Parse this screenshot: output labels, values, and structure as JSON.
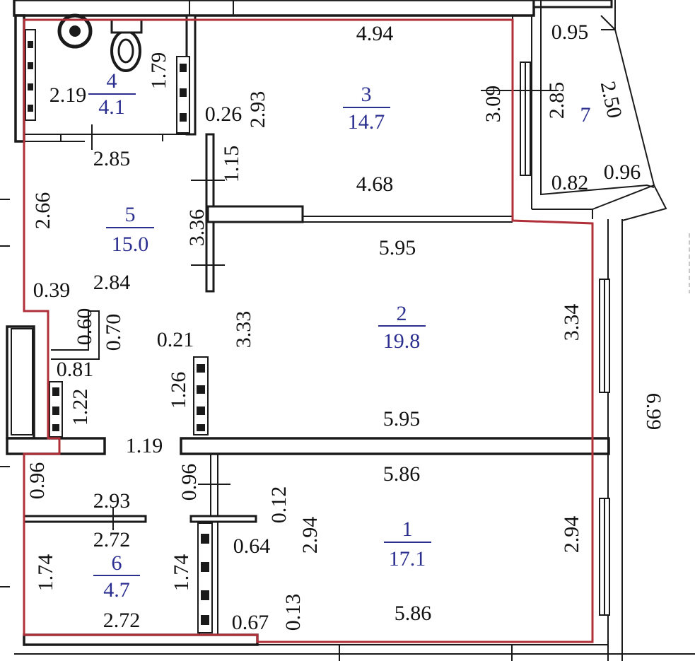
{
  "colors": {
    "outline": "#b0303a",
    "room_label": "#2b2f8f",
    "walls": "#1a1a1a",
    "dimension_text": "#111111"
  },
  "rooms": [
    {
      "number": "1",
      "area": "17.1"
    },
    {
      "number": "2",
      "area": "19.8"
    },
    {
      "number": "3",
      "area": "14.7"
    },
    {
      "number": "4",
      "area": "4.1"
    },
    {
      "number": "5",
      "area": "15.0"
    },
    {
      "number": "6",
      "area": "4.7"
    },
    {
      "number": "7",
      "area": ""
    }
  ],
  "dimensions": {
    "r3_top": "4.94",
    "r3_bottom": "4.68",
    "r3_left": "2.93",
    "r3_right": "3.09",
    "r3_gap": "0.26",
    "r3_stub": "1.15",
    "r4_left": "2.19",
    "r4_right": "1.79",
    "r4_bottom": "2.85",
    "r5_left": "2.66",
    "r5_right": "3.36",
    "r5_mid": "2.84",
    "r5_step": "0.39",
    "r5_a": "0.60",
    "r5_b": "0.70",
    "r5_c": "0.21",
    "r5_d": "0.81",
    "r5_e": "1.22",
    "r5_f": "1.26",
    "r5_g": "1.19",
    "r2_top": "5.95",
    "r2_bottom": "5.95",
    "r2_left": "3.33",
    "r2_right": "3.34",
    "r1_top": "5.86",
    "r1_bottom": "5.86",
    "r1_left": "2.94",
    "r1_right": "2.94",
    "r1_a": "0.12",
    "r1_b": "0.64",
    "r1_c": "0.13",
    "r1_d": "0.67",
    "hall_left": "0.96",
    "hall_right": "0.96",
    "r6_top1": "2.93",
    "r6_top2": "2.72",
    "r6_left": "1.74",
    "r6_right": "1.74",
    "r6_bottom": "2.72",
    "r7_top": "0.95",
    "r7_left": "2.85",
    "r7_right": "2.50",
    "r7_b1": "0.82",
    "r7_b2": "0.96",
    "outer_right": "6.99",
    "top_cut": "0.95"
  }
}
